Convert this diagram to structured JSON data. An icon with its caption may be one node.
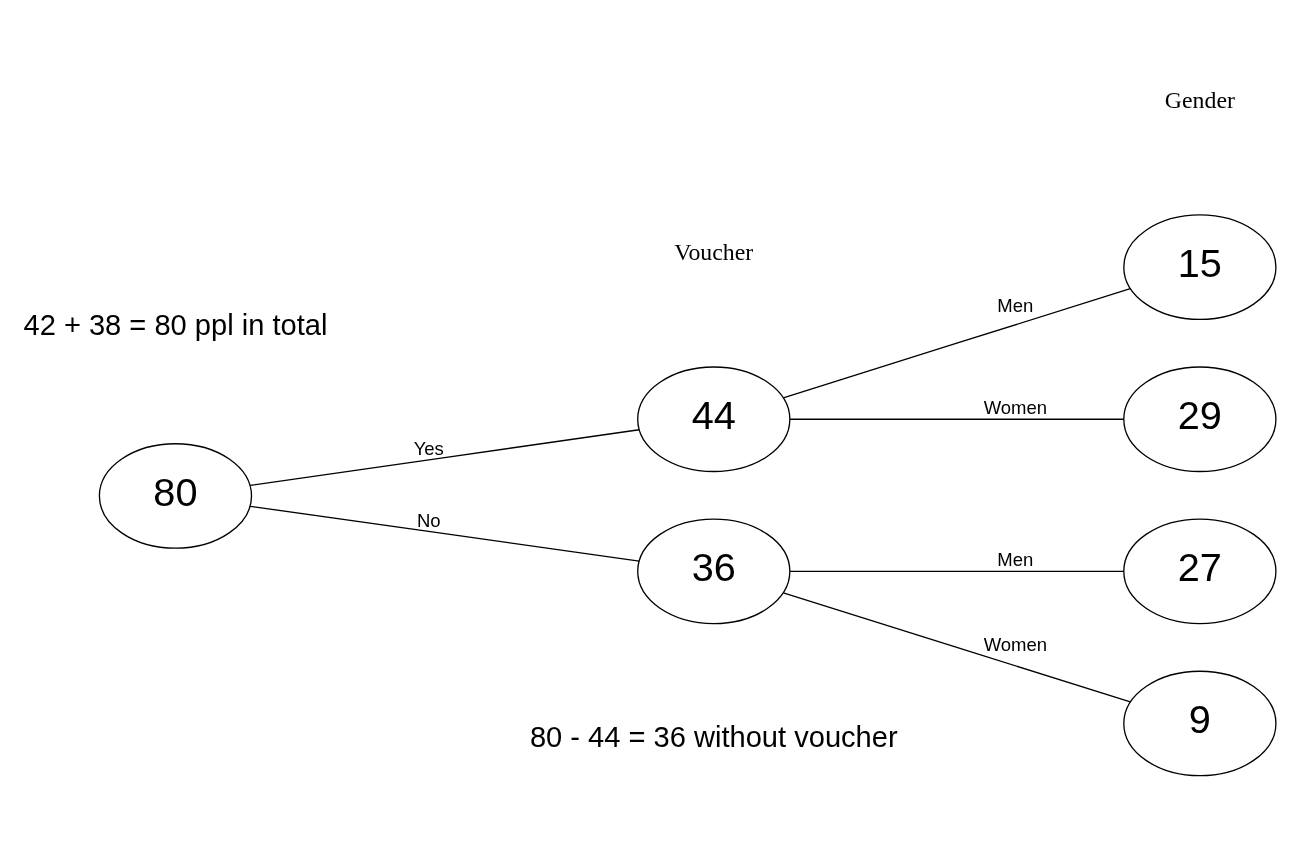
{
  "diagram": {
    "nodes": [
      {
        "text": [
          "80"
        ]
      },
      {
        "text": [
          "44"
        ]
      },
      {
        "text": [
          "36"
        ]
      },
      {
        "text": [
          "15"
        ]
      },
      {
        "text": [
          "29"
        ]
      },
      {
        "text": [
          "27"
        ]
      },
      {
        "text": [
          "9"
        ]
      }
    ],
    "edges": [
      {
        "from": 0,
        "to": 1,
        "arrow": "none",
        "label": "Yes"
      },
      {
        "from": 0,
        "to": 2,
        "arrow": "none",
        "label": "No"
      },
      {
        "from": 1,
        "to": 3,
        "arrow": "none",
        "label": "Men"
      },
      {
        "from": 1,
        "to": 4,
        "arrow": "none",
        "label": "Women"
      },
      {
        "from": 2,
        "to": 5,
        "arrow": "none",
        "label": "Men"
      },
      {
        "from": 2,
        "to": 6,
        "arrow": "none",
        "label": "Women"
      }
    ],
    "labels": [
      "Voucher",
      "Gender",
      "42 + 38 = 80 ppl in total",
      "80 - 44 = 36 without voucher"
    ]
  }
}
